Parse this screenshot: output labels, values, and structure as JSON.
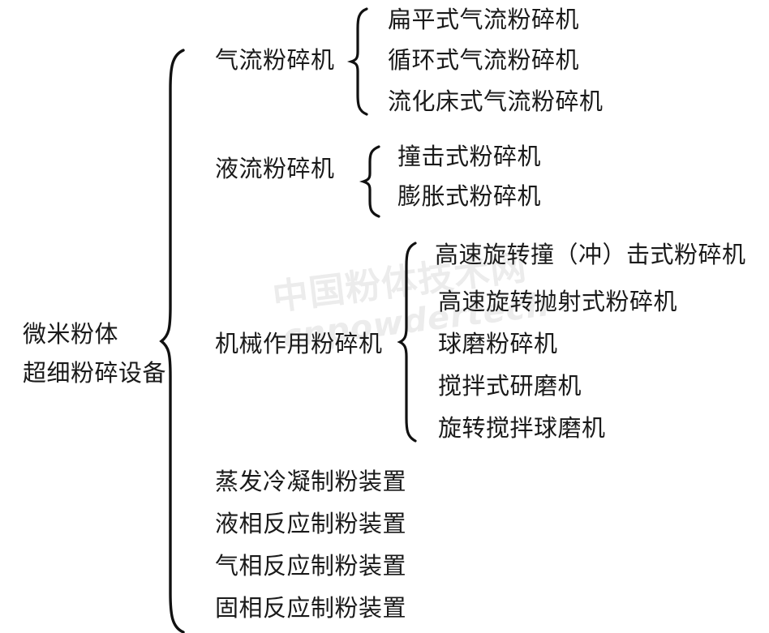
{
  "diagram": {
    "type": "bracket-tree",
    "root": {
      "line1": "微米粉体",
      "line2": "超细粉碎设备"
    },
    "branches": [
      {
        "label": "气流粉碎机",
        "children": [
          "扁平式气流粉碎机",
          "循环式气流粉碎机",
          "流化床式气流粉碎机"
        ]
      },
      {
        "label": "液流粉碎机",
        "children": [
          "撞击式粉碎机",
          "膨胀式粉碎机"
        ]
      },
      {
        "label": "机械作用粉碎机",
        "children": [
          "高速旋转撞（冲）击式粉碎机",
          "高速旋转抛射式粉碎机",
          "球磨粉碎机",
          "搅拌式研磨机",
          "旋转搅拌球磨机"
        ]
      }
    ],
    "leaves": [
      "蒸发冷凝制粉装置",
      "液相反应制粉装置",
      "气相反应制粉装置",
      "固相反应制粉装置"
    ]
  },
  "watermark": {
    "line_cn": "中国粉体技术网",
    "line_en": "cnpowdertech",
    "color": "#ececec"
  },
  "colors": {
    "text": "#1a1a1a",
    "background": "#ffffff",
    "stroke": "#111111"
  }
}
